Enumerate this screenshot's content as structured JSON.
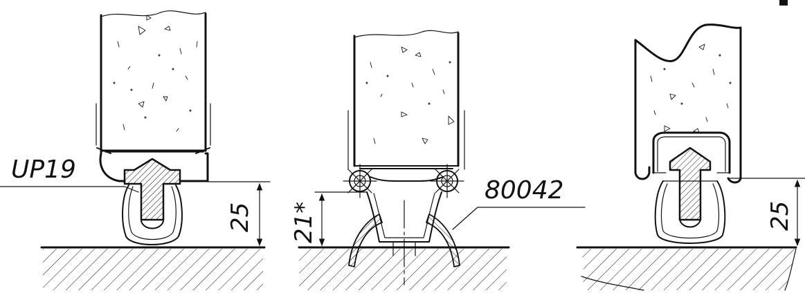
{
  "left_view": {
    "seal_label": "UP19",
    "gap_dimension": "25"
  },
  "middle_view": {
    "seal_label": "80042",
    "gap_dimension": "21*"
  },
  "right_view": {
    "gap_dimension": "25"
  }
}
